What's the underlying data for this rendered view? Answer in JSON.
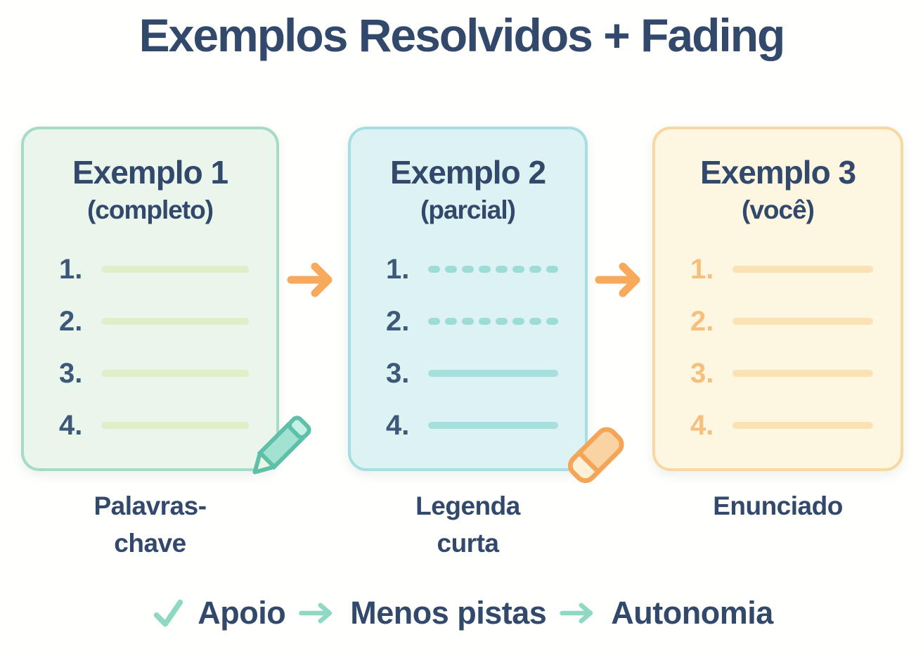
{
  "title": "Exemplos Resolvidos + Fading",
  "cards": [
    {
      "heading": "Exemplo 1",
      "subheading": "(completo)",
      "item_numbers": [
        "1.",
        "2.",
        "3.",
        "4."
      ],
      "line_style": "all-solid",
      "caption": [
        "Palavras-",
        "chave"
      ],
      "corner_icon": "pencil-icon"
    },
    {
      "heading": "Exemplo 2",
      "subheading": "(parcial)",
      "item_numbers": [
        "1.",
        "2.",
        "3.",
        "4."
      ],
      "line_style": "rows-1-2-dashed, rows-3-4-solid",
      "caption": [
        "Legenda",
        "curta"
      ],
      "corner_icon": "eraser-icon"
    },
    {
      "heading": "Exemplo 3",
      "subheading": "(você)",
      "item_numbers": [
        "1.",
        "2.",
        "3.",
        "4."
      ],
      "line_style": "all-solid-faded",
      "caption": [
        "Enunciado"
      ],
      "corner_icon": "none"
    }
  ],
  "footer": {
    "check_icon": "check-icon",
    "arrow_icon": "arrow-right-icon",
    "steps": [
      "Apoio",
      "Menos pistas",
      "Autonomia"
    ]
  },
  "palette": {
    "title_navy": "#32496B",
    "number_slate": "#3D5878",
    "accent_orange_arrow": "#F7A95C",
    "accent_teal": "#8FD8C4",
    "card1_bg": "#EAF6EB",
    "card1_border": "#A7DBC8",
    "card1_line": "#DFF0C8",
    "card2_bg": "#DDF3F3",
    "card2_border": "#A7DEE2",
    "card2_dash": "#9EDCD8",
    "card2_line": "#A7DFDE",
    "card3_bg": "#FDF6E1",
    "card3_border": "#F8D8A2",
    "card3_number": "#F6BF7D",
    "card3_line": "#FBE2B5",
    "pencil_teal": "#5FC0AA",
    "eraser_orange": "#F3A558"
  }
}
